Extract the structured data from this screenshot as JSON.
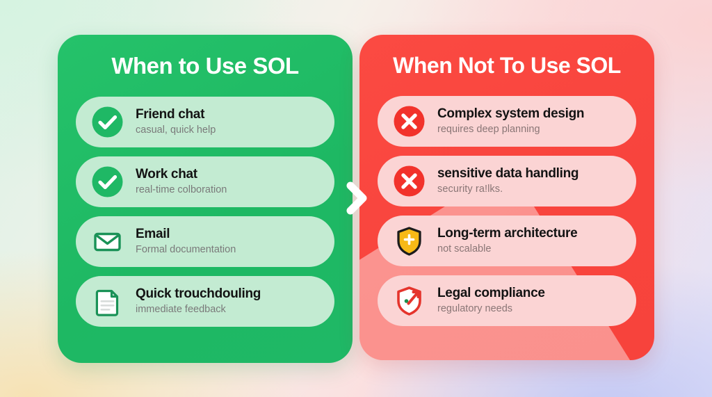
{
  "background": {
    "gradient_colors": [
      "#d6f3e1",
      "#f7e2b4",
      "#fbd3d3",
      "#c3c9f5"
    ]
  },
  "center": {
    "arrow_icon": "chevron-right-icon",
    "arrow_color": "#ffffff"
  },
  "panels": [
    {
      "id": "when-to-use",
      "title": "When to Use SOL",
      "panel_color": "#1fb865",
      "row_color": "#c3ebd2",
      "rows": [
        {
          "icon": "check-circle-icon",
          "title": "Friend chat",
          "subtitle": "casual, quick help"
        },
        {
          "icon": "check-circle-icon",
          "title": "Work chat",
          "subtitle": "real-time colboration"
        },
        {
          "icon": "envelope-icon",
          "title": "Email",
          "subtitle": "Formal documentation"
        },
        {
          "icon": "document-icon",
          "title": "Quick trouchdouling",
          "subtitle": "immediate feedback"
        }
      ]
    },
    {
      "id": "when-not-to-use",
      "title": "When Not To Use SOL",
      "panel_color": "#f8443d",
      "row_color": "#fbd4d4",
      "rows": [
        {
          "icon": "x-circle-icon",
          "title": "Complex system design",
          "subtitle": "requires deep planning"
        },
        {
          "icon": "x-circle-icon",
          "title": "sensitive data handling",
          "subtitle": "security ra!lks."
        },
        {
          "icon": "shield-plus-icon",
          "title": "Long-term architecture",
          "subtitle": "not scalable"
        },
        {
          "icon": "shield-check-icon",
          "title": "Legal compliance",
          "subtitle": "regulatory needs"
        }
      ]
    }
  ]
}
